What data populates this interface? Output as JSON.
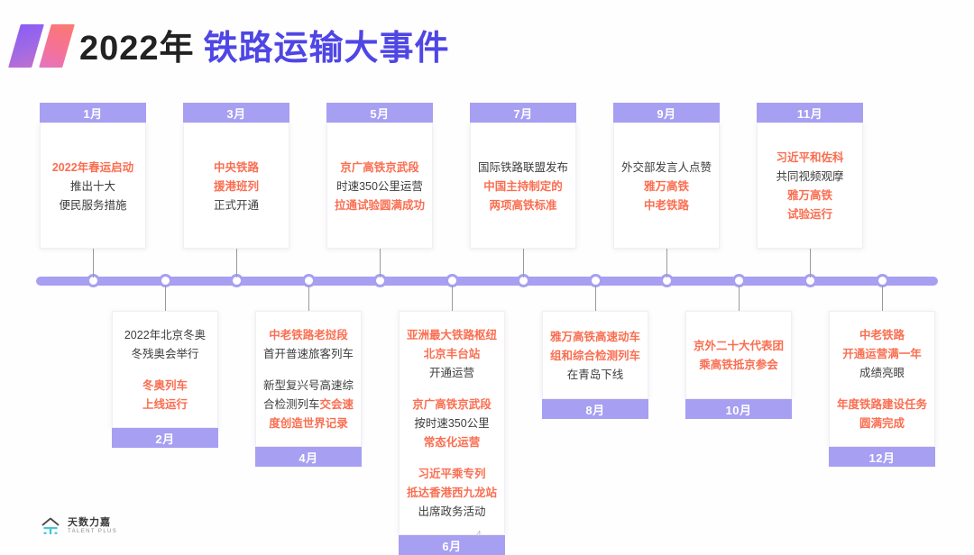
{
  "header": {
    "year": "2022年",
    "highlight": "铁路运输大事件"
  },
  "colors": {
    "accent_purple": "#a79ff2",
    "title_blue": "#4f46e5",
    "highlight_red": "#fa6e51",
    "body_text": "#3d3d3d"
  },
  "footer": {
    "brand_cn": "天数力嘉",
    "brand_en": "TALENT PLUS",
    "page_number": "4"
  },
  "timeline": {
    "months": [
      {
        "label": "1月",
        "row": "top",
        "blocks": [
          [
            {
              "text": "2022年春运启动",
              "style": "red"
            },
            {
              "text": "推出十大",
              "style": "dark"
            },
            {
              "text": "便民服务措施",
              "style": "dark"
            }
          ]
        ]
      },
      {
        "label": "2月",
        "row": "bottom",
        "blocks": [
          [
            {
              "text": "2022年北京冬奥",
              "style": "dark"
            },
            {
              "text": "冬残奥会举行",
              "style": "dark"
            }
          ],
          [
            {
              "text": "冬奥列车",
              "style": "red"
            },
            {
              "text": "上线运行",
              "style": "red"
            }
          ]
        ]
      },
      {
        "label": "3月",
        "row": "top",
        "blocks": [
          [
            {
              "text": "中央铁路",
              "style": "red"
            },
            {
              "text": "援港班列",
              "style": "red"
            },
            {
              "text": "正式开通",
              "style": "dark"
            }
          ]
        ]
      },
      {
        "label": "4月",
        "row": "bottom",
        "blocks": [
          [
            {
              "text": "中老铁路老挝段",
              "style": "red"
            },
            {
              "text": "首开普速旅客列车",
              "style": "dark"
            }
          ],
          [
            {
              "text": "新型复兴号高速综",
              "style": "dark"
            },
            {
              "segments": [
                {
                  "text": "合检测列车",
                  "style": "dark"
                },
                {
                  "text": "交会速",
                  "style": "red"
                }
              ]
            },
            {
              "text": "度创造世界记录",
              "style": "red"
            }
          ]
        ]
      },
      {
        "label": "5月",
        "row": "top",
        "blocks": [
          [
            {
              "text": "京广高铁京武段",
              "style": "red"
            },
            {
              "text": "时速350公里运营",
              "style": "dark"
            },
            {
              "text": "拉通试验圆满成功",
              "style": "red"
            }
          ]
        ]
      },
      {
        "label": "6月",
        "row": "bottom",
        "blocks": [
          [
            {
              "text": "亚洲最大铁路枢纽",
              "style": "red"
            },
            {
              "text": "北京丰台站",
              "style": "red"
            },
            {
              "text": "开通运营",
              "style": "dark"
            }
          ],
          [
            {
              "text": "京广高铁京武段",
              "style": "red"
            },
            {
              "text": "按时速350公里",
              "style": "dark"
            },
            {
              "text": "常态化运营",
              "style": "red"
            }
          ],
          [
            {
              "text": "习近平乘专列",
              "style": "red"
            },
            {
              "text": "抵达香港西九龙站",
              "style": "red"
            },
            {
              "text": "出席政务活动",
              "style": "dark"
            }
          ]
        ]
      },
      {
        "label": "7月",
        "row": "top",
        "blocks": [
          [
            {
              "text": "国际铁路联盟发布",
              "style": "dark"
            },
            {
              "text": "中国主持制定的",
              "style": "red"
            },
            {
              "text": "两项高铁标准",
              "style": "red"
            }
          ]
        ]
      },
      {
        "label": "8月",
        "row": "bottom",
        "blocks": [
          [
            {
              "text": "雅万高铁高速动车",
              "style": "red"
            },
            {
              "text": "组和综合检测列车",
              "style": "red"
            },
            {
              "text": "在青岛下线",
              "style": "dark"
            }
          ]
        ]
      },
      {
        "label": "9月",
        "row": "top",
        "blocks": [
          [
            {
              "text": "外交部发言人点赞",
              "style": "dark"
            },
            {
              "text": "雅万高铁",
              "style": "red"
            },
            {
              "text": "中老铁路",
              "style": "red"
            }
          ]
        ]
      },
      {
        "label": "10月",
        "row": "bottom",
        "blocks": [
          [
            {
              "text": "京外二十大代表团",
              "style": "red"
            },
            {
              "text": "乘高铁抵京参会",
              "style": "red"
            }
          ]
        ]
      },
      {
        "label": "11月",
        "row": "top",
        "blocks": [
          [
            {
              "text": "习近平和佐科",
              "style": "red"
            },
            {
              "text": "共同视频观摩",
              "style": "dark"
            },
            {
              "text": "雅万高铁",
              "style": "red"
            },
            {
              "text": "试验运行",
              "style": "red"
            }
          ]
        ]
      },
      {
        "label": "12月",
        "row": "bottom",
        "blocks": [
          [
            {
              "text": "中老铁路",
              "style": "red"
            },
            {
              "text": "开通运营满一年",
              "style": "red"
            },
            {
              "text": "成绩亮眼",
              "style": "dark"
            }
          ],
          [
            {
              "text": "年度铁路建设任务",
              "style": "red"
            },
            {
              "text": "圆满完成",
              "style": "red"
            }
          ]
        ]
      }
    ]
  }
}
